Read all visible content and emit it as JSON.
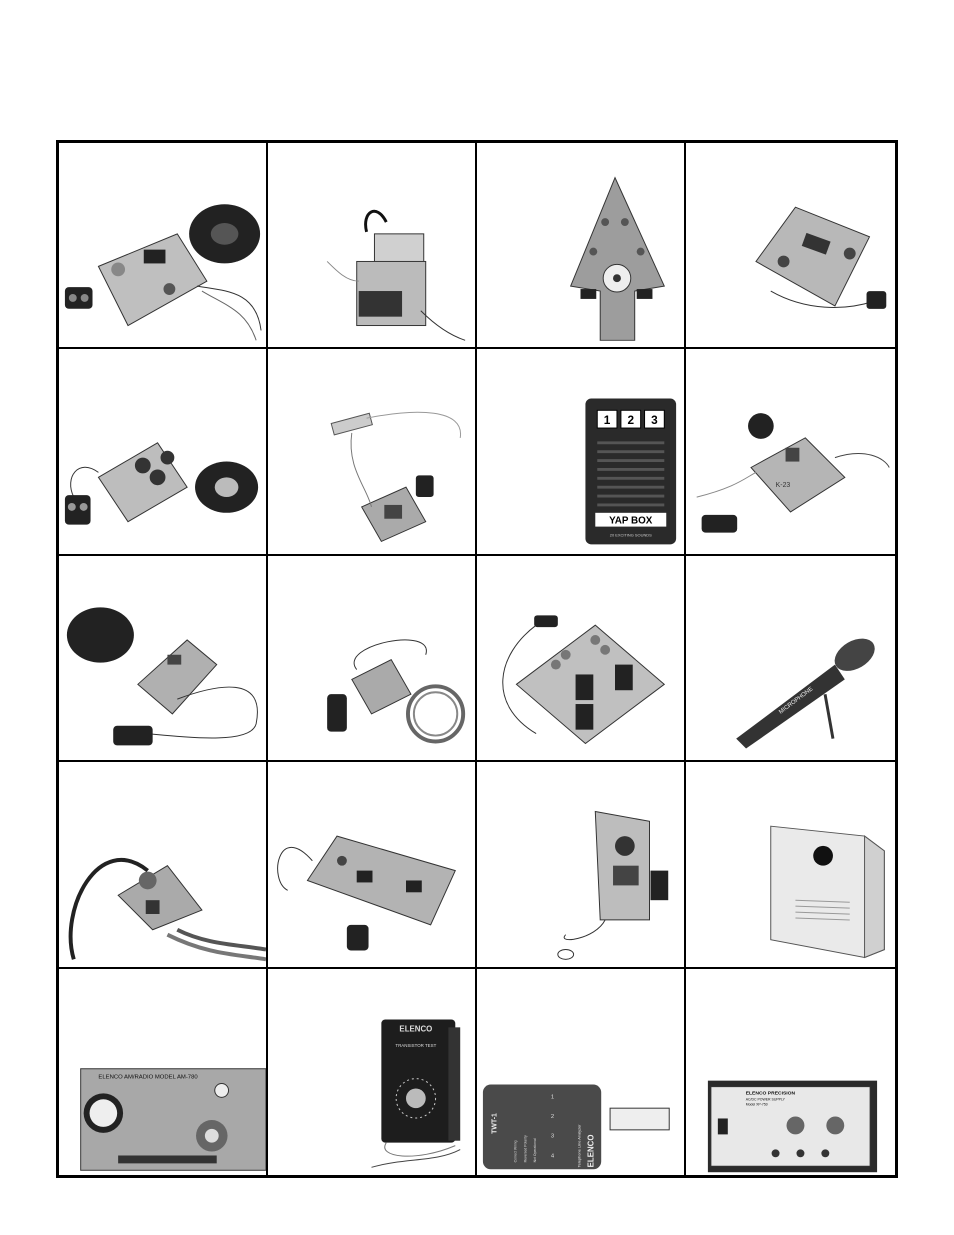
{
  "products": [
    {
      "id": "p1",
      "picture": "speaker-kit-board"
    },
    {
      "id": "p2",
      "picture": "transformer-kit-board"
    },
    {
      "id": "p3",
      "picture": "arrow-shaped-led-board"
    },
    {
      "id": "p4",
      "picture": "robot-shaped-board"
    },
    {
      "id": "p5",
      "picture": "amplifier-kit-board"
    },
    {
      "id": "p6",
      "picture": "sensor-strip-kit"
    },
    {
      "id": "p7",
      "picture": "yap-box",
      "buttons": [
        "1",
        "2",
        "3"
      ],
      "label": "YAP BOX",
      "sublabel": "20 EXCITING SOUNDS"
    },
    {
      "id": "p8",
      "picture": "buzzer-kit-board",
      "board_text": "K-23"
    },
    {
      "id": "p9",
      "picture": "speaker-oscillator-kit"
    },
    {
      "id": "p10",
      "picture": "wire-coil-kit"
    },
    {
      "id": "p11",
      "picture": "led-logic-board"
    },
    {
      "id": "p12",
      "picture": "microphone",
      "label": "MICROPHONE"
    },
    {
      "id": "p13",
      "picture": "cable-kit-board"
    },
    {
      "id": "p14",
      "picture": "long-ic-board"
    },
    {
      "id": "p15",
      "picture": "line-analyzer-board"
    },
    {
      "id": "p16",
      "picture": "doorbell-box"
    },
    {
      "id": "p17",
      "picture": "am-radio-trainer",
      "label": "ELENCO  AM/RADIO  MODEL AM-780"
    },
    {
      "id": "p18",
      "picture": "transistor-tester",
      "brand": "ELENCO",
      "panel": "TRANSISTOR TEST"
    },
    {
      "id": "p19",
      "picture": "telephone-line-analyzer",
      "brand": "ELENCO",
      "title": "Telephone Line Analyzer",
      "model": "TWT-1",
      "legend": [
        "Correct Wiring",
        "Reversed Polarity",
        "Not Operational"
      ],
      "numbers": [
        "1",
        "2",
        "3",
        "4"
      ]
    },
    {
      "id": "p20",
      "picture": "power-supply",
      "brand": "ELENCO PRECISION",
      "title": "AC/DC POWER SUPPLY",
      "model": "Model XP-750"
    }
  ],
  "colors": {
    "border": "#000000",
    "board": "#c9c9c9",
    "dark": "#1c1c1c",
    "mid": "#7a7a7a"
  }
}
